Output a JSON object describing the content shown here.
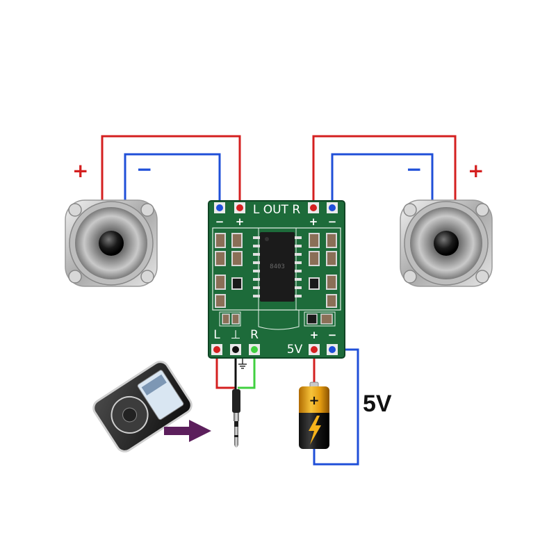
{
  "board": {
    "out_label": "L OUT R",
    "chip_marking": "8403",
    "in_left": "L",
    "in_ground": "⊥",
    "in_right": "R",
    "power_label": "5V",
    "pin_plus": "+",
    "pin_minus": "−"
  },
  "speakers": {
    "left": {
      "plus_sign": "+",
      "minus_sign": "−"
    },
    "right": {
      "plus_sign": "+",
      "minus_sign": "−"
    }
  },
  "battery": {
    "label": "5V",
    "terminal": "+"
  },
  "jack": {
    "ground_symbol": "⏚"
  },
  "colors": {
    "positive_wire": "#d42020",
    "negative_wire": "#1f4fd8",
    "signal_right_wire": "#40d040",
    "ground_wire": "#111111",
    "pcb_green": "#1d6b3a",
    "arrow": "#5c1f5c"
  }
}
